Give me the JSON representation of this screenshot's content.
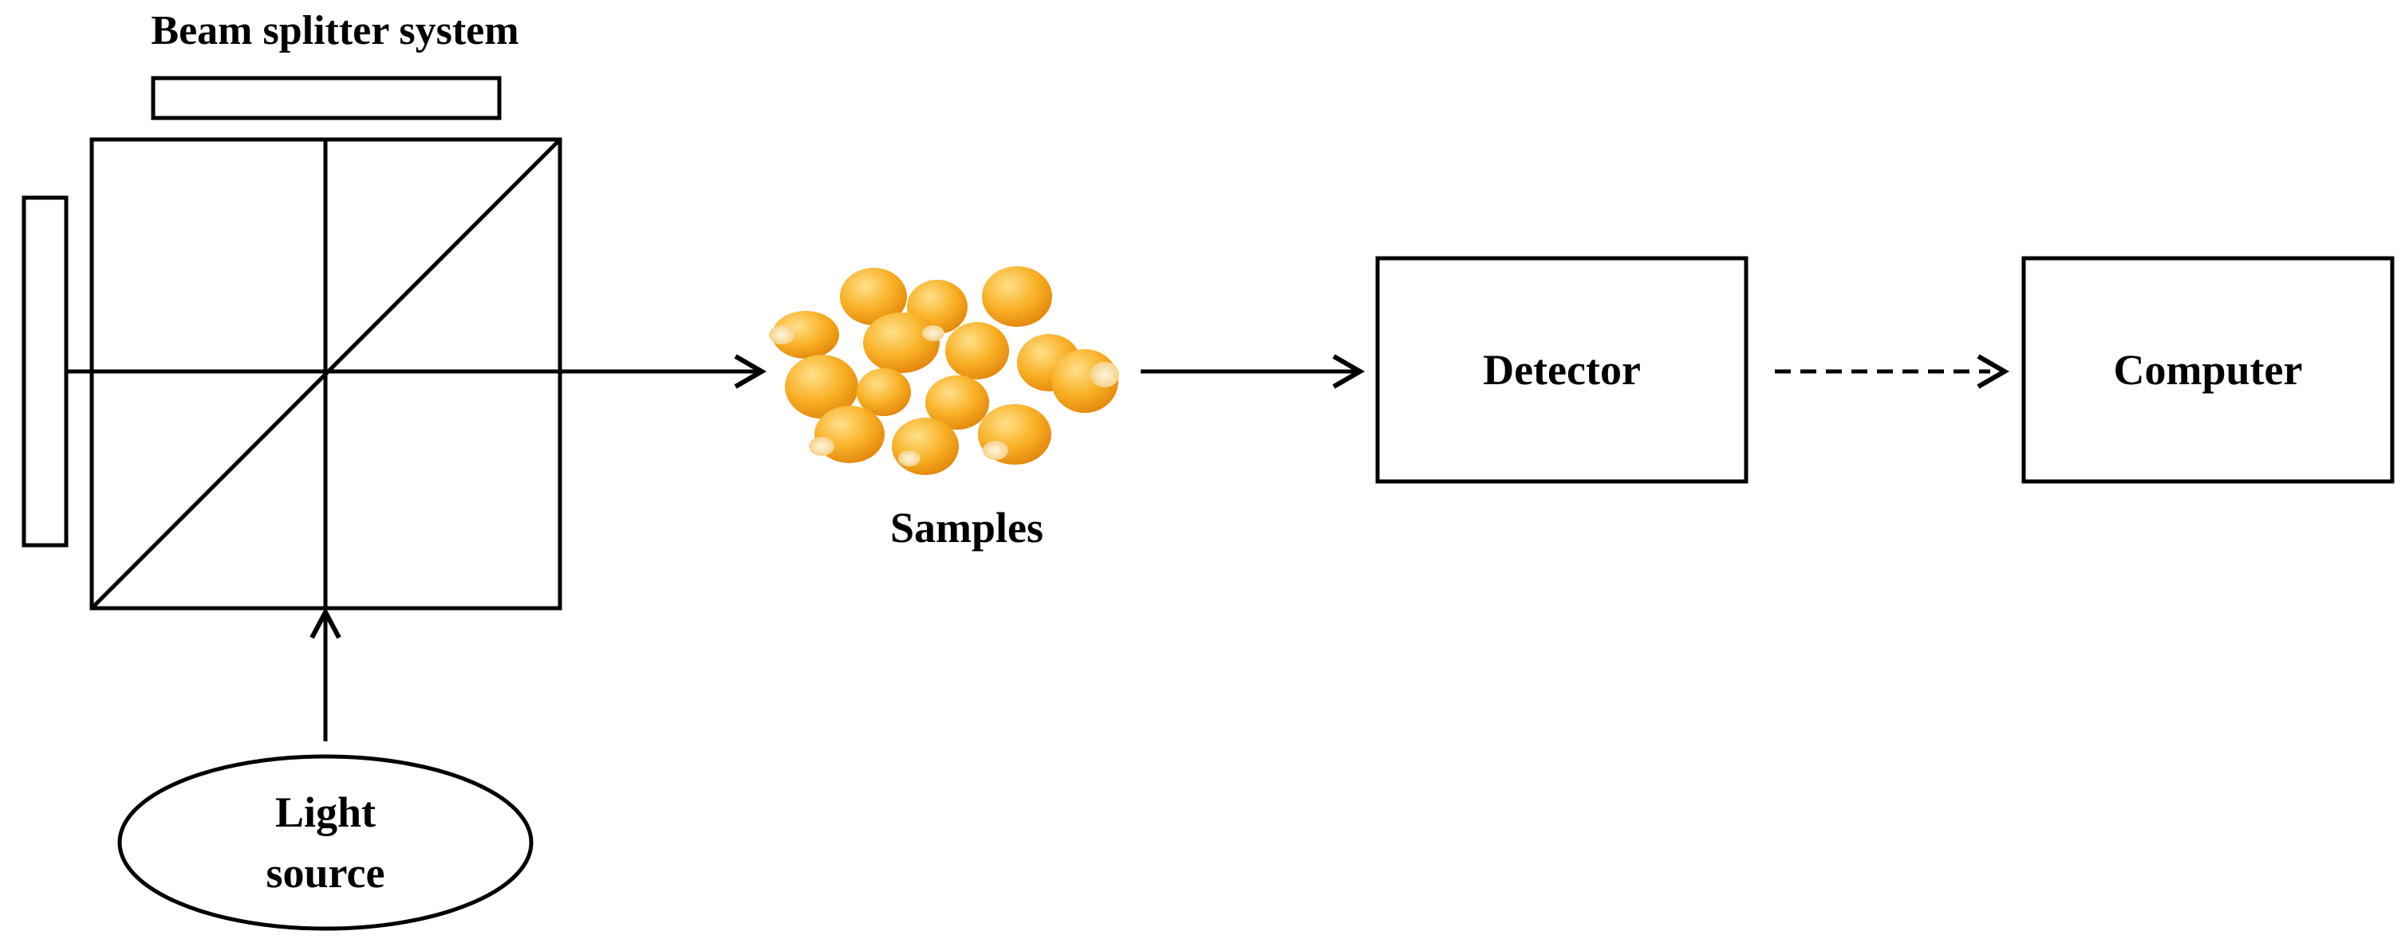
{
  "labels": {
    "beam_splitter": "Beam splitter system",
    "samples": "Samples",
    "detector": "Detector",
    "computer": "Computer",
    "light_source_line1": "Light",
    "light_source_line2": "source"
  },
  "colors": {
    "stroke": "#000000",
    "kernel_light": "#ffd36b",
    "kernel_mid": "#f7a81c",
    "kernel_dark": "#e58a0c",
    "kernel_tip": "#fff1c9"
  },
  "arrows": {
    "detector_to_computer": "dashed"
  }
}
